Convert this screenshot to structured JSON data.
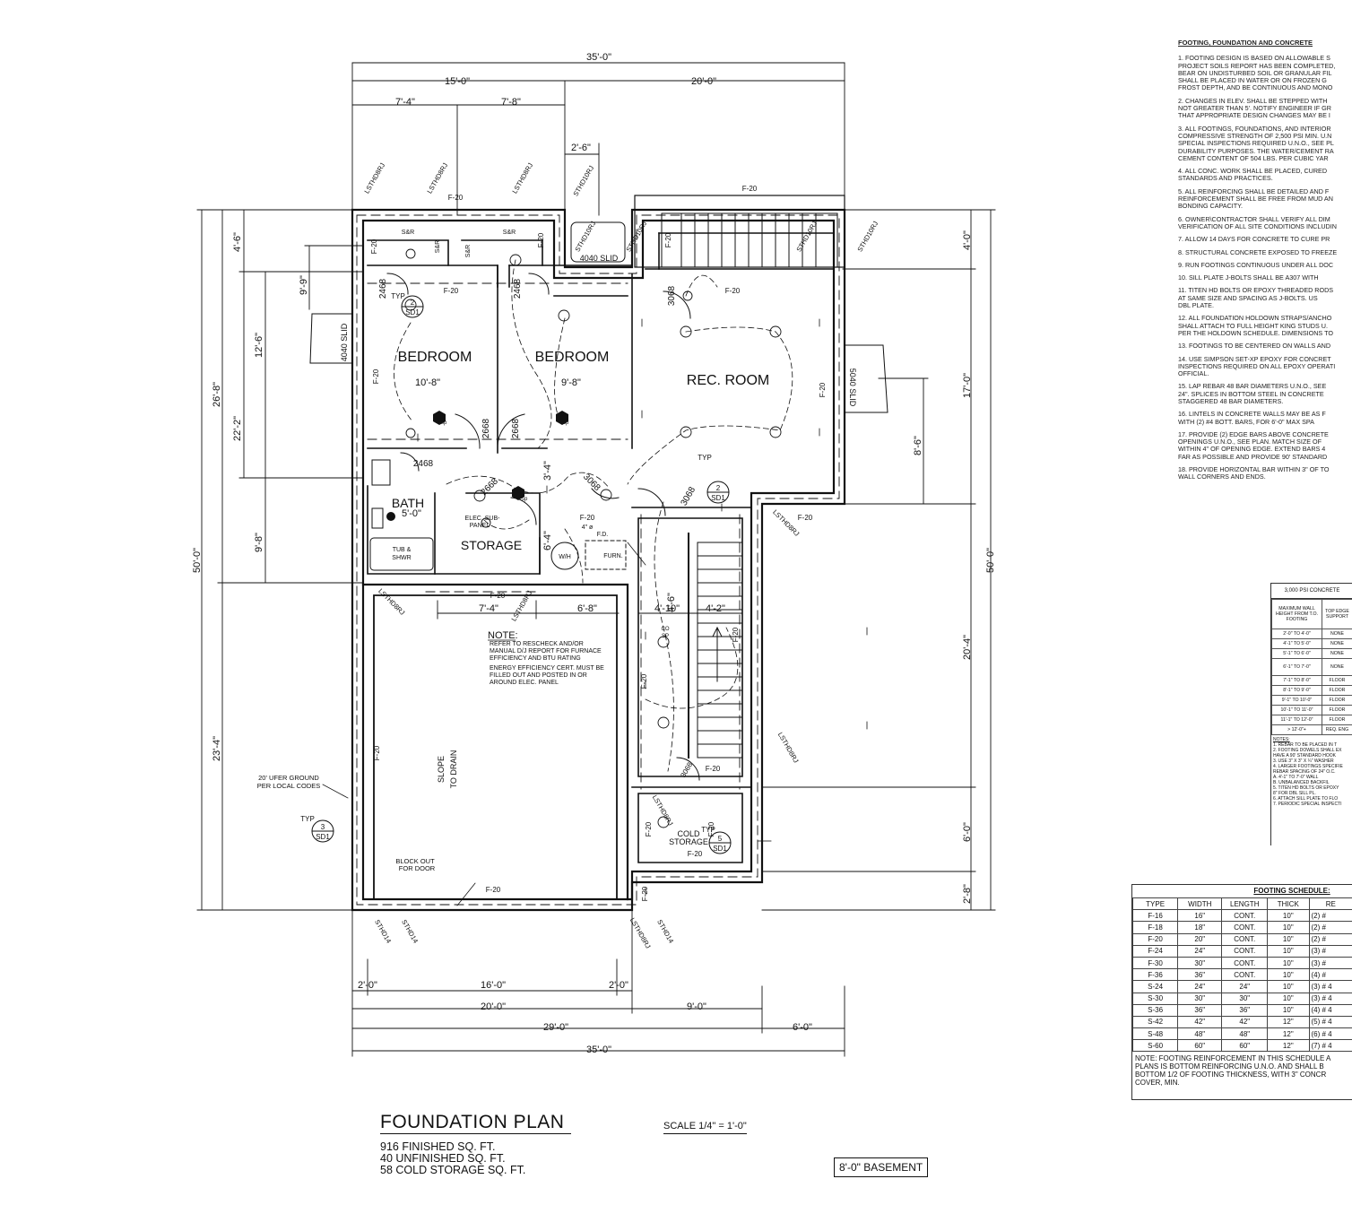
{
  "plan": {
    "dims": {
      "overall_top": "35'-0\"",
      "top_left": "15'-0\"",
      "top_right": "20'-0\"",
      "top_a": "7'-4\"",
      "top_b": "7'-8\"",
      "top_c": "2'-6\"",
      "left_total": "50'-0\"",
      "left_a": "26'-8\"",
      "left_b": "23'-4\"",
      "left_c": "22'-2\"",
      "left_d": "4'-6\"",
      "left_e": "12'-6\"",
      "left_f": "9'-9\"",
      "left_g": "9'-8\"",
      "right_total": "50'-0\"",
      "right_a": "4'-0\"",
      "right_b": "17'-0\"",
      "right_c": "8'-6\"",
      "right_d": "20'-4\"",
      "right_e": "6'-0\"",
      "right_f": "2'-8\"",
      "bot_a": "2'-0\"",
      "bot_b": "16'-0\"",
      "bot_c": "2'-0\"",
      "bot_d": "20'-0\"",
      "bot_e": "9'-0\"",
      "bot_f": "29'-0\"",
      "bot_g": "6'-0\"",
      "bot_total": "35'-0\"",
      "garage_a": "7'-4\"",
      "garage_b": "6'-8\"",
      "hall_a": "4'-10\"",
      "hall_b": "4'-2\"",
      "bed1_w": "10'-8\"",
      "bed2_w": "9'-8\"",
      "bath_w": "5'-0\"",
      "stor_h": "6'-4\"",
      "mid_v": "3'-4\"",
      "stair_v": "4'-6\""
    },
    "rooms": {
      "bedroom1": "BEDROOM",
      "bedroom2": "BEDROOM",
      "rec": "REC. ROOM",
      "bath": "BATH",
      "storage": "STORAGE",
      "cold1": "COLD",
      "cold2": "STORAGE",
      "tub1": "TUB &",
      "tub2": "SHWR",
      "elec1": "ELEC. SUB-",
      "elec2": "PANEL",
      "wh": "W/H",
      "furn": "FURN.",
      "fd1": "4\" ø",
      "fd2": "F.D."
    },
    "doors": {
      "d1": "2468",
      "d2": "2468",
      "d3": "2668",
      "d4": "2668",
      "d5": "2468",
      "d6": "2668",
      "d7": "3068",
      "d8": "3068",
      "d9": "3068",
      "d10": "3068",
      "d11": "S&R",
      "d12": "S&R",
      "d13": "S&R",
      "d14": "S&R"
    },
    "windows": {
      "w1": "4040 SLID",
      "w2": "4040 SLID",
      "w3": "5040 SLID"
    },
    "footing": "F-20",
    "straps": {
      "lst": "LSTHD8RJ",
      "st10": "STHD10RJ",
      "st14": "STHD14"
    },
    "callouts": {
      "typ": "TYP",
      "c1n": "2",
      "c1s": "SD1",
      "c2n": "2",
      "c2s": "SD1",
      "c3n": "3",
      "c3s": "SD1",
      "c4n": "5",
      "c4s": "SD1"
    },
    "ufer1": "20' UFER GROUND",
    "ufer2": "PER LOCAL CODES",
    "note_title": "NOTE:",
    "note_lines": [
      "REFER TO RESCHECK AND/OR",
      "MANUAL D/J REPORT FOR FURNACE",
      "EFFICIENCY AND BTU RATING",
      "ENERGY EFFICIENCY CERT. MUST BE",
      "FILLED OUT AND POSTED IN OR",
      "AROUND ELEC. PANEL"
    ],
    "slope1": "SLOPE",
    "slope2": "TO DRAIN",
    "block1": "BLOCK OUT",
    "block2": "FOR DOOR",
    "sp": "sp",
    "cosp1": "CO",
    "cosp2": "SP"
  },
  "notes": {
    "heading": "FOOTING, FOUNDATION AND CONCRETE",
    "items": [
      [
        "1. FOOTING DESIGN IS BASED ON ALLOWABLE S",
        "PROJECT SOILS REPORT HAS BEEN COMPLETED,",
        "BEAR ON UNDISTURBED SOIL OR GRANULAR FIL",
        "SHALL BE PLACED IN WATER OR ON FROZEN G",
        "FROST DEPTH, AND BE CONTINUOUS AND MONO"
      ],
      [
        "2. CHANGES IN ELEV. SHALL BE STEPPED WITH",
        "NOT GREATER THAN 5'. NOTIFY ENGINEER IF GR",
        "THAT APPROPRIATE DESIGN CHANGES MAY BE I"
      ],
      [
        "3. ALL FOOTINGS, FOUNDATIONS, AND INTERIOR",
        "COMPRESSIVE STRENGTH OF 2,500 PSI MIN. U.N",
        "SPECIAL INSPECTIONS REQUIRED U.N.O., SEE PL",
        "DURABILITY PURPOSES. THE WATER/CEMENT RA",
        "CEMENT CONTENT OF 504 LBS. PER CUBIC YAR"
      ],
      [
        "4. ALL CONC. WORK SHALL BE PLACED, CURED",
        "STANDARDS AND PRACTICES."
      ],
      [
        "5. ALL REINFORCING SHALL BE DETAILED AND F",
        "REINFORCEMENT SHALL BE FREE FROM MUD AN",
        "BONDING CAPACITY."
      ],
      [
        "6. OWNER\\CONTRACTOR SHALL VERIFY ALL DIM",
        "VERIFICATION OF ALL SITE CONDITIONS INCLUDIN"
      ],
      [
        "7. ALLOW 14 DAYS FOR CONCRETE TO CURE PR"
      ],
      [
        "8. STRUCTURAL CONCRETE EXPOSED TO FREEZE"
      ],
      [
        "9. RUN FOOTINGS CONTINUOUS UNDER ALL DOC"
      ],
      [
        "10. SILL PLATE J-BOLTS SHALL BE A307 WITH"
      ],
      [
        "11. TITEN HD BOLTS OR EPOXY THREADED RODS",
        "AT SAME SIZE AND SPACING AS J-BOLTS. US",
        "DBL PLATE."
      ],
      [
        "12. ALL FOUNDATION HOLDOWN STRAPS/ANCHO",
        "SHALL ATTACH TO FULL HEIGHT KING STUDS U.",
        "PER THE HOLDOWN SCHEDULE. DIMENSIONS TO"
      ],
      [
        "13. FOOTINGS TO BE CENTERED ON WALLS AND"
      ],
      [
        "14. USE SIMPSON SET-XP EPOXY FOR CONCRET",
        "INSPECTIONS REQUIRED ON ALL EPOXY OPERATI",
        "OFFICIAL."
      ],
      [
        "15. LAP REBAR 48 BAR DIAMETERS U.N.O., SEE",
        "24\". SPLICES IN BOTTOM STEEL IN CONCRETE",
        "STAGGERED 48 BAR DIAMETERS."
      ],
      [
        "16. LINTELS IN CONCRETE WALLS MAY BE AS F",
        "WITH (2) #4 BOTT. BARS, FOR 6'-0\" MAX SPA"
      ],
      [
        "17. PROVIDE (2) EDGE BARS ABOVE CONCRETE",
        "OPENINGS U.N.O., SEE PLAN. MATCH SIZE OF",
        "WITHIN 4\" OF OPENING EDGE. EXTEND BARS 4",
        "FAR AS POSSIBLE AND PROVIDE 90' STANDARD"
      ],
      [
        "18. PROVIDE HORIZONTAL BAR WITHIN 3\" OF TO",
        "WALL CORNERS AND ENDS."
      ]
    ]
  },
  "concrete": {
    "title": "3,000 PSI CONCRETE",
    "h1": [
      "MAXIMUM WALL",
      "HEIGHT FROM T.O.",
      "FOOTING"
    ],
    "h2": [
      "TOP EDGE",
      "SUPPORT"
    ],
    "rows": [
      [
        "2'-0\" TO 4'-0\"",
        "NONE"
      ],
      [
        "4'-1\" TO 5'-0\"",
        "NONE"
      ],
      [
        "5'-1\" TO 6'-0\"",
        "NONE"
      ],
      [
        "6'-1\" TO 7'-0\"",
        "NONE"
      ],
      [
        "7'-1\" TO 8'-0\"",
        "FLOOR"
      ],
      [
        "8'-1\" TO 9'-0\"",
        "FLOOR"
      ],
      [
        "9'-1\" TO 10'-0\"",
        "FLOOR"
      ],
      [
        "10'-1\" TO 11'-0\"",
        "FLOOR"
      ],
      [
        "11'-1\" TO 12'-0\"",
        "FLOOR"
      ],
      [
        "> 12'-0\"+",
        "REQ. ENG"
      ]
    ],
    "notes": [
      "NOTES:",
      "1. REBAR TO BE PLACED IN T",
      "2. FOOTING DOWELS SHALL EX",
      "HAVE A 90' STANDARD HOOK",
      "3. USE 3\" X 3\" X ¼\" WASHER",
      "4. LARGER FOOTINGS SPECIFIE",
      "REBAR SPACING OF 24\" O.C.",
      "A. 4'-1\" TO 7'-0\" WALL",
      "B. UNBALANCED BACKFIL",
      "5. TITEN HD BOLTS OR EPOXY",
      "8\" FOR DBL SILL PL.",
      "6. ATTACH SILL PLATE TO FLO",
      "7. PERIODIC SPECIAL INSPECTI"
    ]
  },
  "footing_schedule": {
    "title": "FOOTING SCHEDULE:",
    "headers": [
      "TYPE",
      "WIDTH",
      "LENGTH",
      "THICK",
      "RE"
    ],
    "rows": [
      [
        "F-16",
        "16\"",
        "CONT.",
        "10\"",
        "(2) #"
      ],
      [
        "F-18",
        "18\"",
        "CONT.",
        "10\"",
        "(2) #"
      ],
      [
        "F-20",
        "20\"",
        "CONT.",
        "10\"",
        "(2) #"
      ],
      [
        "F-24",
        "24\"",
        "CONT.",
        "10\"",
        "(3) #"
      ],
      [
        "F-30",
        "30\"",
        "CONT.",
        "10\"",
        "(3) #"
      ],
      [
        "F-36",
        "36\"",
        "CONT.",
        "10\"",
        "(4) #"
      ],
      [
        "S-24",
        "24\"",
        "24\"",
        "10\"",
        "(3) # 4"
      ],
      [
        "S-30",
        "30\"",
        "30\"",
        "10\"",
        "(3) # 4"
      ],
      [
        "S-36",
        "36\"",
        "36\"",
        "10\"",
        "(4) # 4"
      ],
      [
        "S-42",
        "42\"",
        "42\"",
        "12\"",
        "(5) # 4"
      ],
      [
        "S-48",
        "48\"",
        "48\"",
        "12\"",
        "(6) # 4"
      ],
      [
        "S-60",
        "60\"",
        "60\"",
        "12\"",
        "(7) # 4"
      ]
    ],
    "note": [
      "NOTE: FOOTING REINFORCEMENT IN THIS SCHEDULE A",
      "PLANS IS BOTTOM REINFORCING U.N.O. AND SHALL B",
      "BOTTOM 1/2 OF FOOTING THICKNESS, WITH 3\" CONCR",
      "COVER, MIN."
    ]
  },
  "title_block": {
    "title": "FOUNDATION PLAN",
    "scale": "SCALE 1/4\" = 1'-0\"",
    "lines": [
      "916 FINISHED SQ. FT.",
      "40  UNFINISHED SQ. FT.",
      "58  COLD STORAGE SQ. FT."
    ],
    "basement": "8'-0\" BASEMENT"
  }
}
